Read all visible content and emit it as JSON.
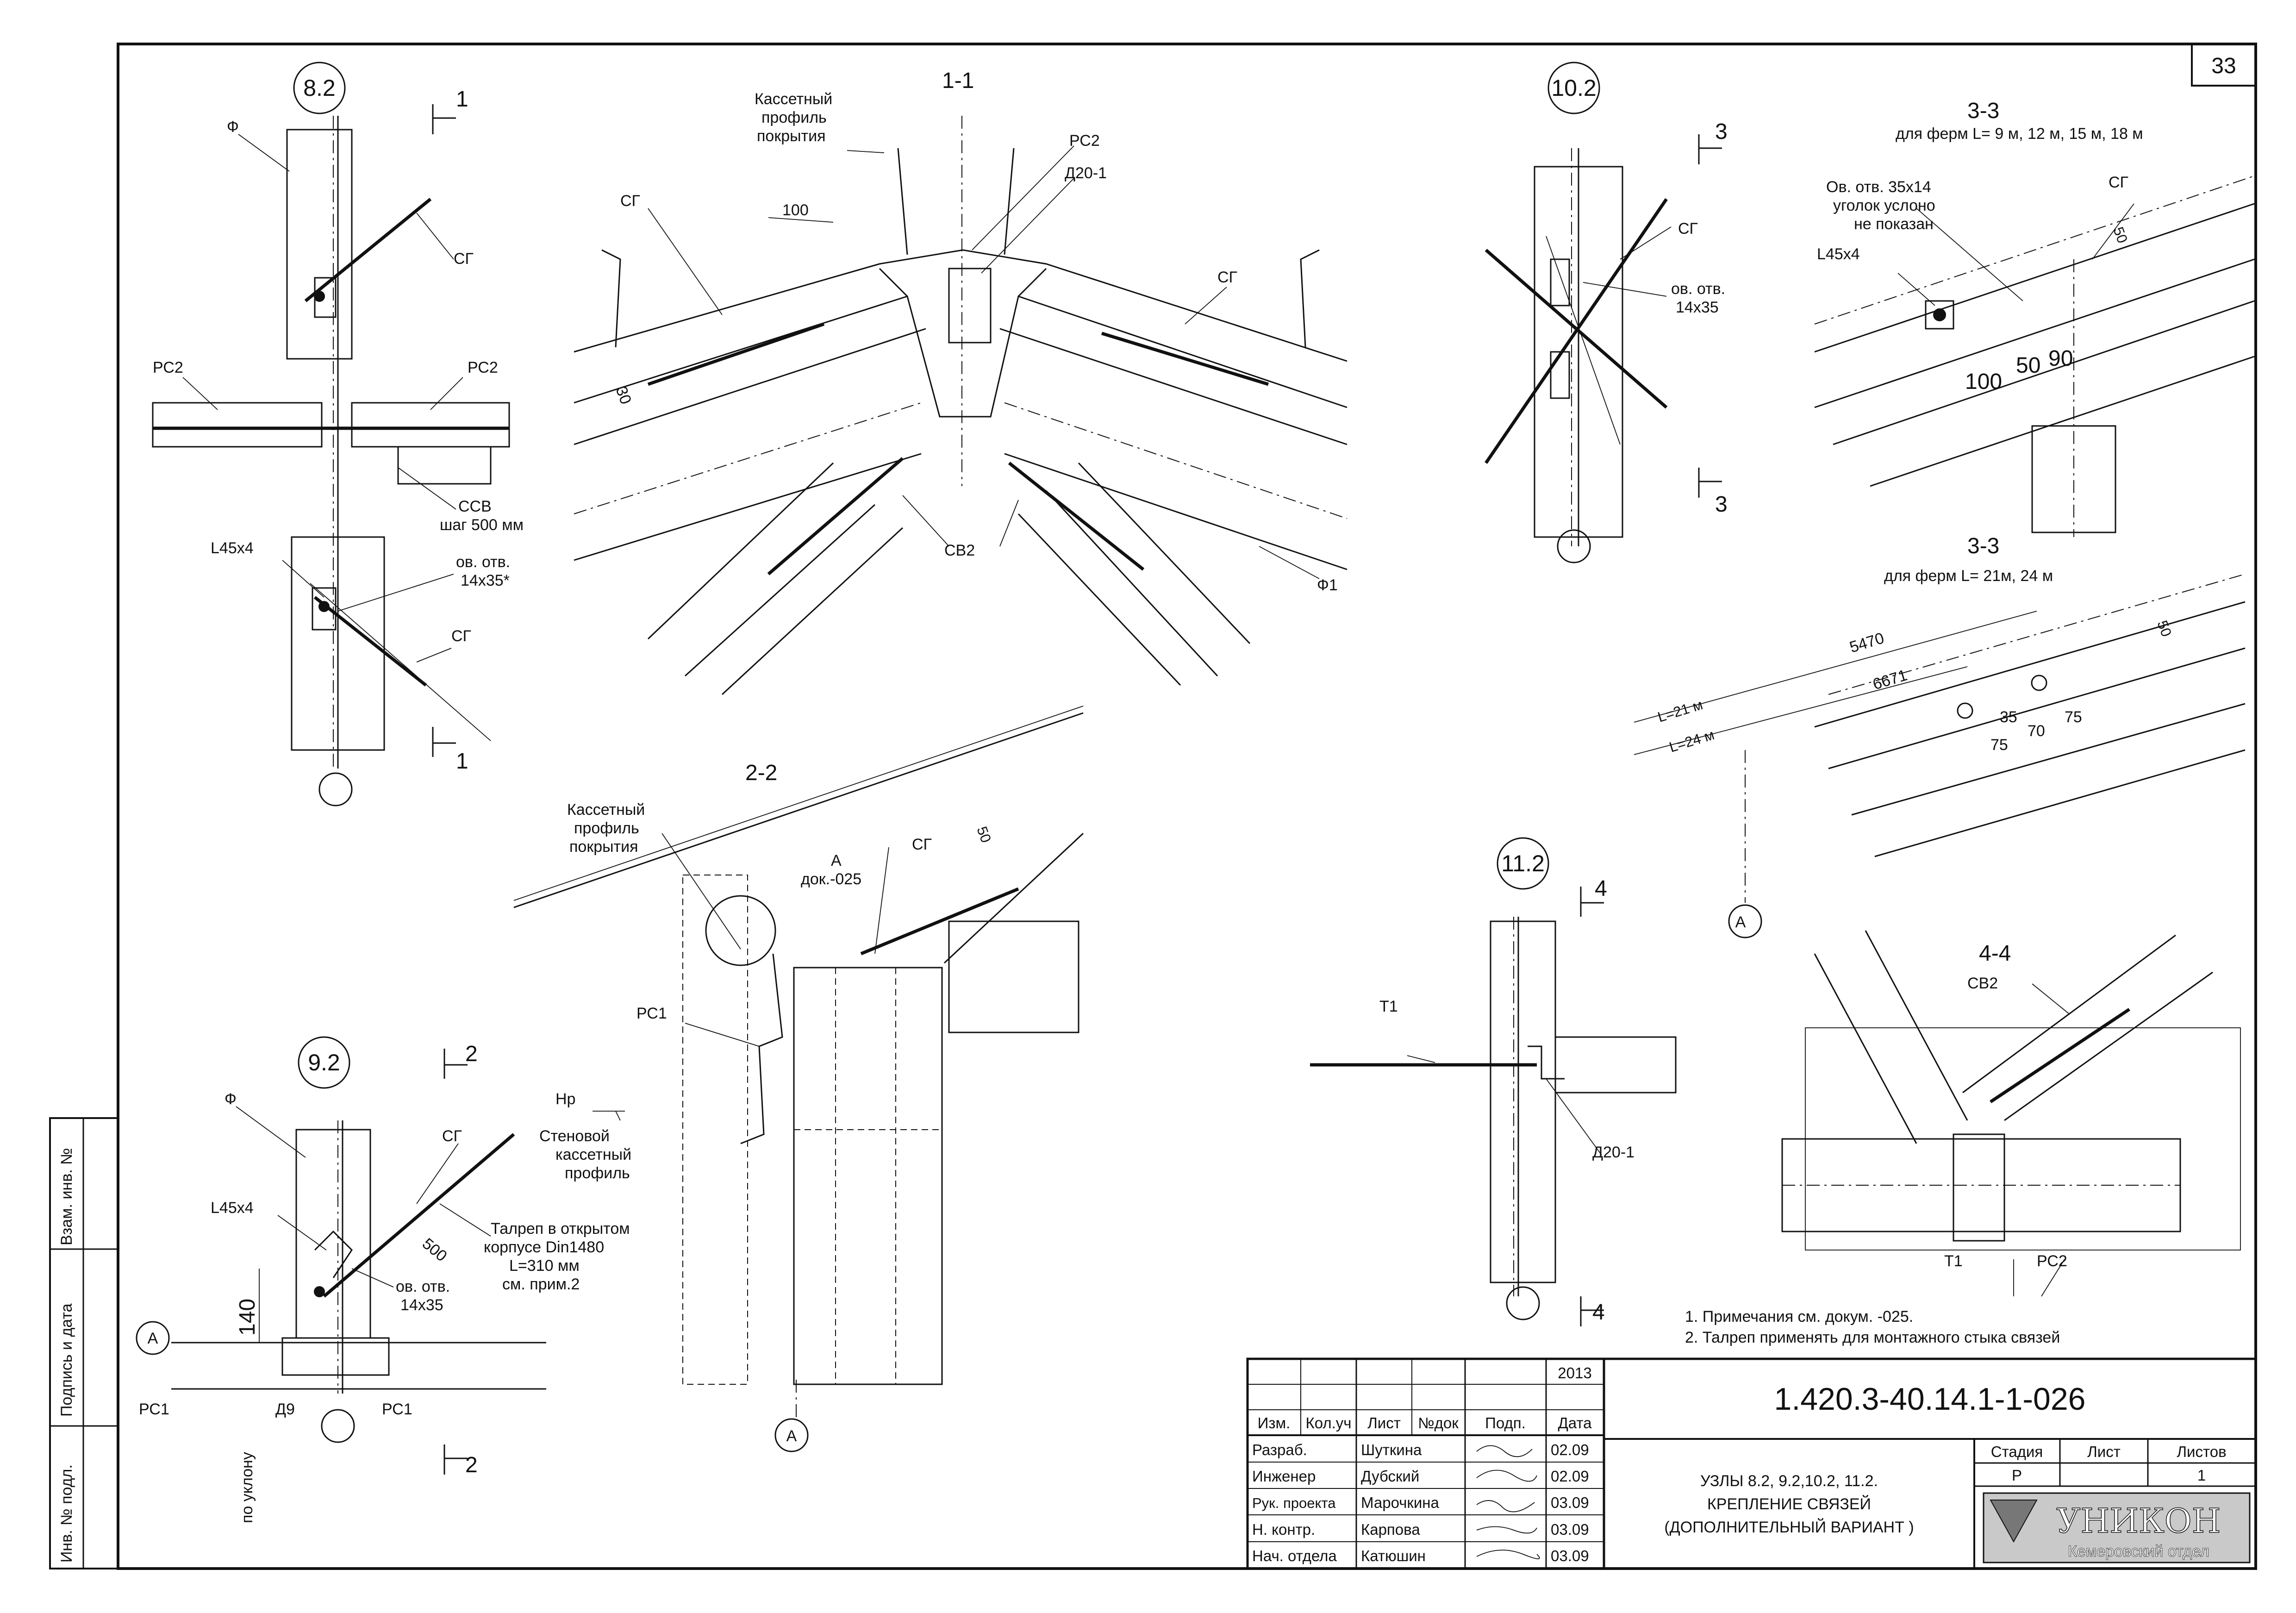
{
  "sheet_number": "33",
  "nodes": {
    "n82": {
      "id": "8.2",
      "section_label": "1",
      "labels": {
        "f": "Ф",
        "sg_top": "СГ",
        "rs2_left": "РС2",
        "rs2_right": "РС2",
        "ssv": "ССВ",
        "ssv_step": "шаг 500 мм",
        "angle": "L45x4",
        "hole1": "ов. отв.",
        "hole2": "14x35*",
        "sg_bottom": "СГ"
      }
    },
    "n92": {
      "id": "9.2",
      "section_label": "2",
      "labels": {
        "f": "Ф",
        "sg": "СГ",
        "angle": "L45x4",
        "turnbuckle1": "Талреп в открытом",
        "turnbuckle2": "корпусе Din1480",
        "turnbuckle3": "L=310 мм",
        "turnbuckle4": "см. прим.2",
        "hole1": "ов. отв.",
        "hole2": "14x35",
        "dim140": "140",
        "dim500": "500",
        "axis": "А",
        "rs1_left": "РС1",
        "rs1_right": "РС1",
        "d9": "Д9",
        "slope": "по уклону"
      }
    },
    "n102": {
      "id": "10.2",
      "section_label": "3",
      "labels": {
        "sg": "СГ",
        "hole1": "ов. отв.",
        "hole2": "14x35"
      }
    },
    "n112": {
      "id": "11.2",
      "section_label": "4",
      "labels": {
        "t1": "Т1",
        "d20": "Д20-1"
      }
    }
  },
  "sections": {
    "s11": {
      "title": "1-1",
      "labels": {
        "cassette1": "Кассетный",
        "cassette2": "профиль",
        "cassette3": "покрытия",
        "sg_left": "СГ",
        "sg_right": "СГ",
        "rs2": "РС2",
        "d20": "Д20-1",
        "dim100": "100",
        "dim30": "30",
        "sv2": "СВ2",
        "f1": "Ф1"
      }
    },
    "s22": {
      "title": "2-2",
      "labels": {
        "cassette1": "Кассетный",
        "cassette2": "профиль",
        "cassette3": "покрытия",
        "a": "А",
        "doc": "док.-025",
        "sg": "СГ",
        "dim50": "50",
        "rs1": "РС1",
        "hp": "Нр",
        "wall1": "Стеновой",
        "wall2": "кассетный",
        "wall3": "профиль",
        "axis": "А"
      }
    },
    "s33a": {
      "title": "3-3",
      "subtitle": "для ферм  L= 9 м, 12 м, 15 м, 18 м",
      "labels": {
        "hole_note1": "Ов. отв. 35x14",
        "hole_note2": "уголок услоно",
        "hole_note3": "не показан",
        "angle": "L45x4",
        "sg": "СГ",
        "dim50": "50",
        "dim100": "100",
        "dim50b": "50",
        "dim90": "90"
      }
    },
    "s33b": {
      "title": "3-3",
      "subtitle": "для ферм  L= 21м, 24 м",
      "labels": {
        "dim5470": "5470",
        "dim6671": "6671",
        "l21": "L=21 м",
        "l24": "L=24 м",
        "dim50": "50",
        "dim35": "35",
        "dim70": "70",
        "dim75a": "75",
        "dim75b": "75",
        "axis": "А"
      }
    },
    "s44": {
      "title": "4-4",
      "labels": {
        "sv2": "СВ2",
        "t1": "Т1",
        "rs2": "РС2"
      }
    }
  },
  "notes": [
    "1. Примечания см. докум. -025.",
    "2. Талреп применять для монтажного стыка связей"
  ],
  "side_stamp": {
    "vzam": "Взам. инв. №",
    "podpis": "Подпись и дата",
    "inv": "Инв. № подл."
  },
  "title_block": {
    "year": "2013",
    "code": "1.420.3-40.14.1-1-026",
    "header": [
      "Изм.",
      "Кол.уч",
      "Лист",
      "№док",
      "Подп.",
      "Дата"
    ],
    "rows": [
      {
        "role": "Разраб.",
        "name": "Шуткина",
        "date": "02.09"
      },
      {
        "role": "Инженер",
        "name": "Дубский",
        "date": "02.09"
      },
      {
        "role": "Рук. проекта",
        "name": "Марочкина",
        "date": "03.09"
      },
      {
        "role": "Н. контр.",
        "name": "Карпова",
        "date": "03.09"
      },
      {
        "role": "Нач. отдела",
        "name": "Катюшин",
        "date": "03.09"
      }
    ],
    "description": [
      "УЗЛЫ  8.2, 9.2,10.2, 11.2.",
      "КРЕПЛЕНИЕ СВЯЗЕЙ",
      "(ДОПОЛНИТЕЛЬНЫЙ ВАРИАНТ )"
    ],
    "stage_header": "Стадия",
    "sheet_header": "Лист",
    "sheets_header": "Листов",
    "stage": "Р",
    "sheets": "1",
    "company": "УНИКОН",
    "company_sub": "Кемеровский отдел"
  }
}
